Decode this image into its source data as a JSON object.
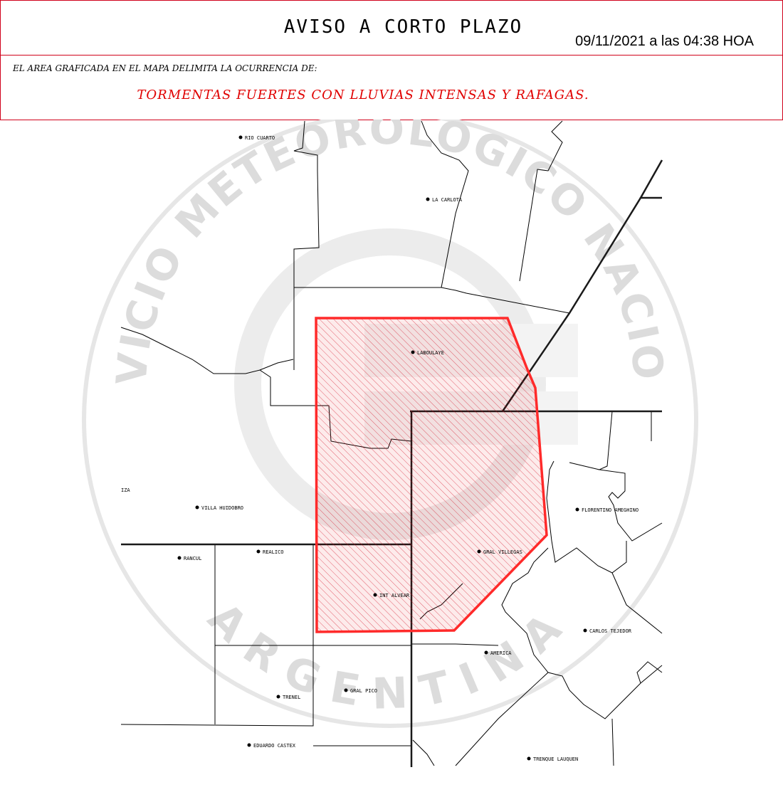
{
  "header": {
    "title": "AVISO A CORTO PLAZO",
    "timestamp": "09/11/2021 a las 04:38 HOA",
    "subtitle": "EL AREA GRAFICADA EN EL MAPA DELIMITA LA OCURRENCIA DE:",
    "phenomenon": "TORMENTAS FUERTES CON LLUVIAS INTENSAS Y RAFAGAS."
  },
  "watermark": {
    "top_text": "SERVICIO METEOROLÓGICO NACIONAL",
    "bottom_text": "ARGENTINA"
  },
  "map": {
    "alert_color": "#e00000",
    "cities": [
      "RIO CUARTO",
      "LA CARLOTA",
      "LABOULAYE",
      "VILLA HUIDOBRO",
      "FLORENTINO AMEGHINO",
      "REALICO",
      "RANCUL",
      "GRAL VILLEGAS",
      "INT ALVEAR",
      "CARLOS TEJEDOR",
      "AMERICA",
      "TRENEL",
      "GRAL PICO",
      "EDUARDO CASTEX",
      "TRENQUE LAUQUEN",
      "IZA"
    ]
  }
}
